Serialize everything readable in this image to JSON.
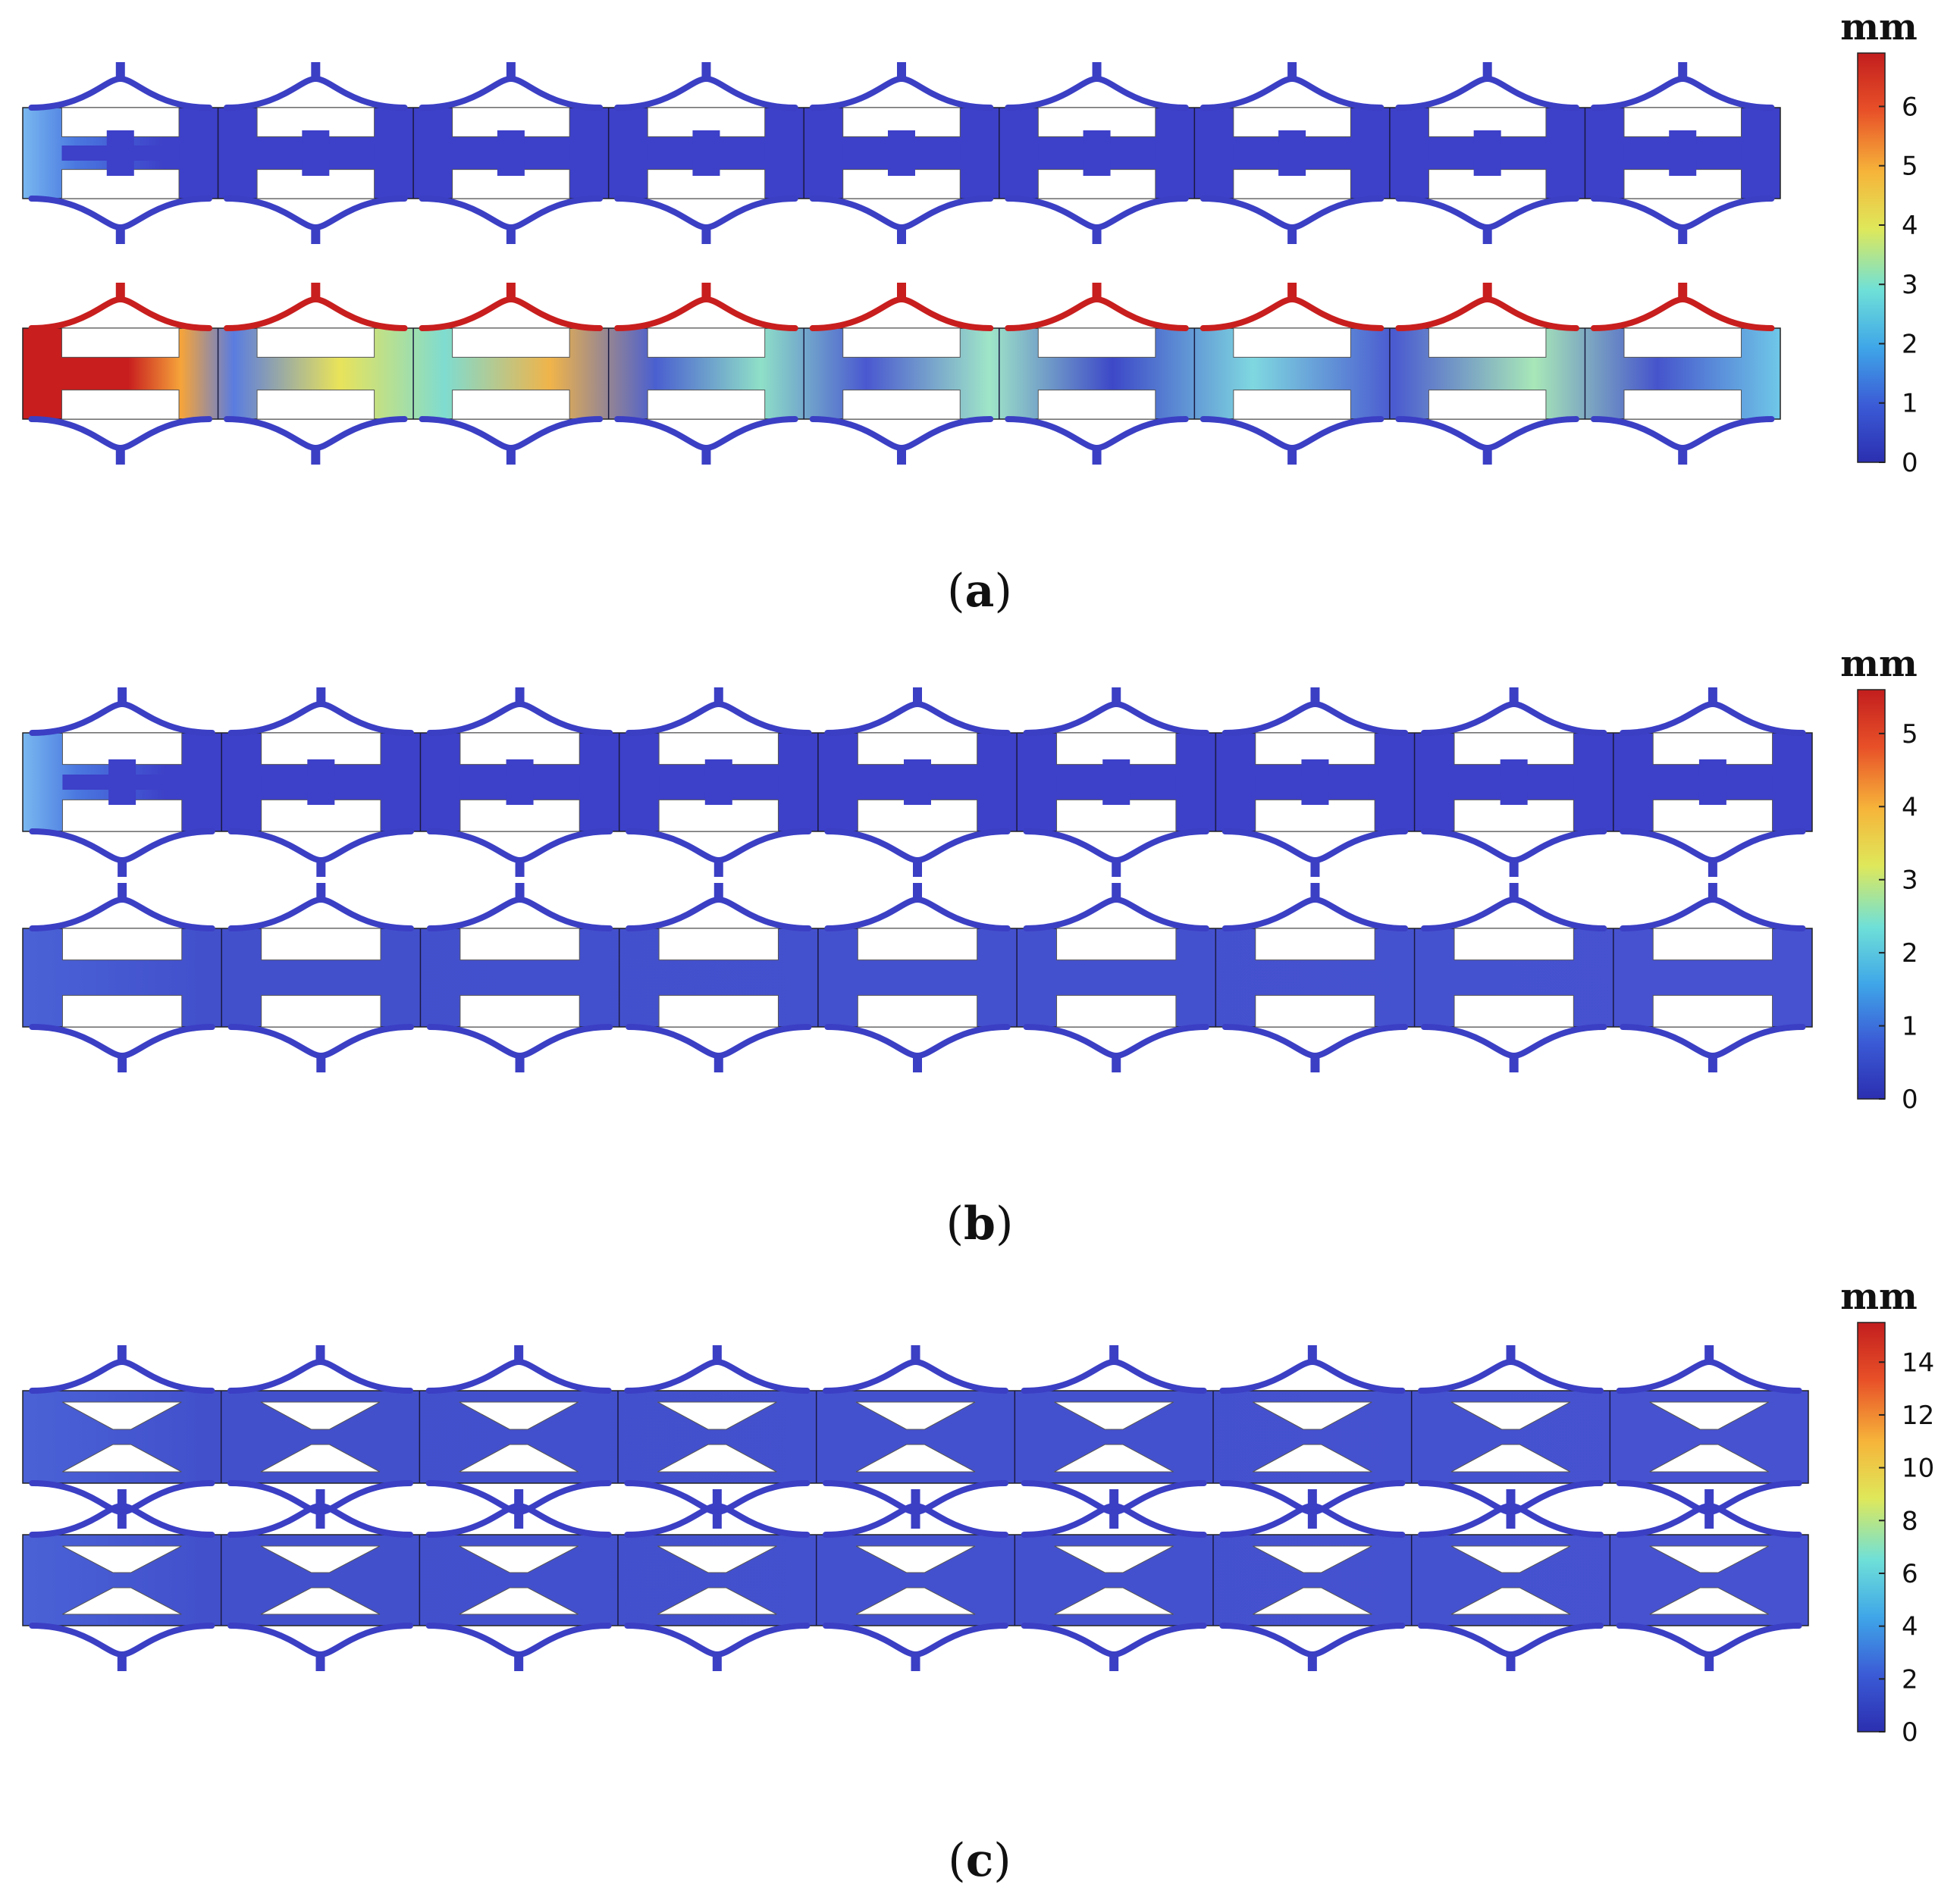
{
  "panels": [
    {
      "id": "a",
      "caption_letter": "a",
      "colorbar": {
        "unit": "mm",
        "ticks": [
          "0",
          "1",
          "2",
          "3",
          "4",
          "5",
          "6"
        ],
        "max": 6.9
      },
      "rows": [
        {
          "name": "mode-upper",
          "cells": 9,
          "hinge_style": "open",
          "heat": "low-left"
        },
        {
          "name": "mode-lower",
          "cells": 9,
          "hinge_style": "half",
          "heat": "high-wave"
        }
      ]
    },
    {
      "id": "b",
      "caption_letter": "b",
      "colorbar": {
        "unit": "mm",
        "ticks": [
          "0",
          "1",
          "2",
          "3",
          "4",
          "5"
        ],
        "max": 5.6
      },
      "rows": [
        {
          "name": "mode-upper",
          "cells": 9,
          "hinge_style": "wide",
          "heat": "low-left"
        },
        {
          "name": "mode-lower",
          "cells": 9,
          "hinge_style": "wide-closed",
          "heat": "very-low"
        }
      ]
    },
    {
      "id": "c",
      "caption_letter": "c",
      "colorbar": {
        "unit": "mm",
        "ticks": [
          "0",
          "2",
          "4",
          "6",
          "8",
          "10",
          "12",
          "14"
        ],
        "max": 15.5
      },
      "rows": [
        {
          "name": "mode-upper",
          "cells": 9,
          "hinge_style": "bowtie",
          "heat": "very-low"
        },
        {
          "name": "mode-lower",
          "cells": 9,
          "hinge_style": "bowtie-closed",
          "heat": "very-low"
        }
      ]
    }
  ],
  "colors": {
    "structure_low": "#3d3fc8",
    "colormap": [
      "#2b2fb0",
      "#3b5bd6",
      "#3fa6e8",
      "#6fe0d8",
      "#dfe85a",
      "#f6b43a",
      "#e85028",
      "#c21e1e"
    ]
  }
}
